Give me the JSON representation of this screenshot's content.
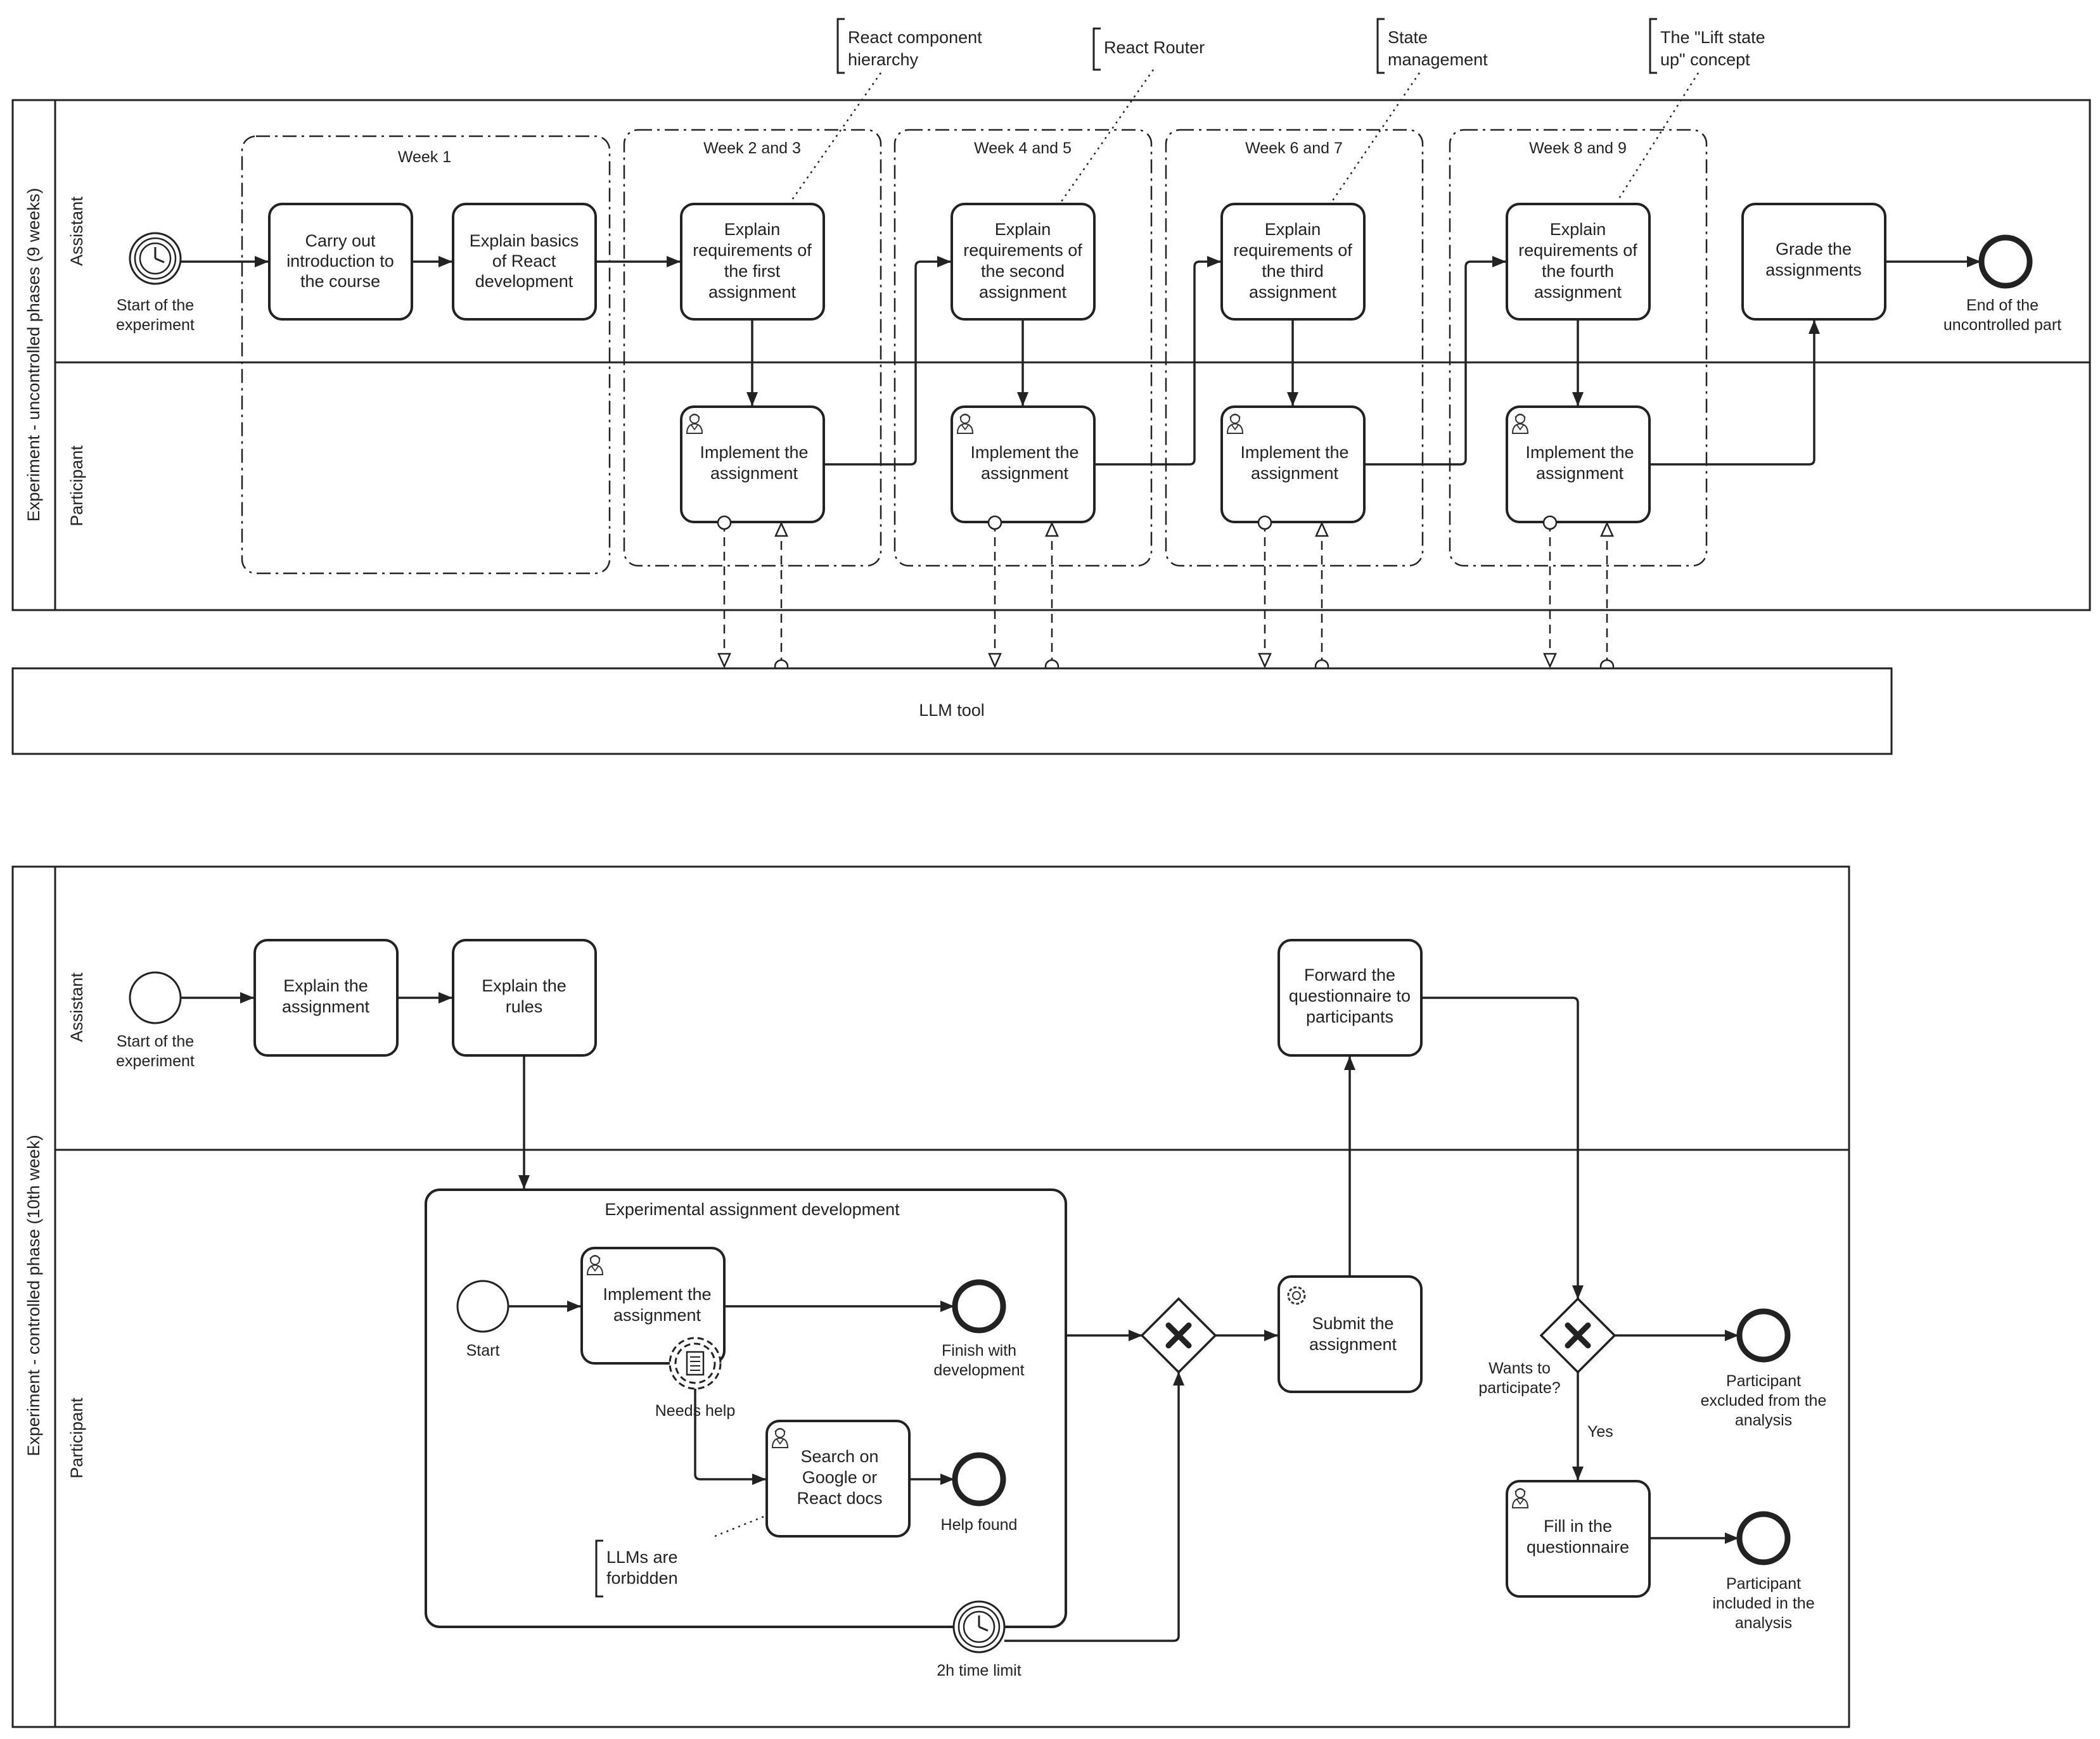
{
  "top_pool": {
    "title": "Experiment - uncontrolled phases (9 weeks)",
    "lane_assistant": "Assistant",
    "lane_participant": "Participant",
    "groups": {
      "week1": "Week 1",
      "week23": "Week 2 and 3",
      "week45": "Week 4 and 5",
      "week67": "Week 6 and 7",
      "week89": "Week 8 and 9"
    },
    "start_event": [
      "Start of the",
      "experiment"
    ],
    "end_event": [
      "End of the",
      "uncontrolled part"
    ],
    "tasks": {
      "intro": [
        "Carry out",
        "introduction to",
        "the course"
      ],
      "basics": [
        "Explain basics",
        "of React",
        "development"
      ],
      "req1": [
        "Explain",
        "requirements of",
        "the first",
        "assignment"
      ],
      "req2": [
        "Explain",
        "requirements of",
        "the second",
        "assignment"
      ],
      "req3": [
        "Explain",
        "requirements of",
        "the third",
        "assignment"
      ],
      "req4": [
        "Explain",
        "requirements of",
        "the fourth",
        "assignment"
      ],
      "grade": [
        "Grade the",
        "assignments"
      ],
      "impl1": [
        "Implement the",
        "assignment"
      ],
      "impl2": [
        "Implement the",
        "assignment"
      ],
      "impl3": [
        "Implement the",
        "assignment"
      ],
      "impl4": [
        "Implement the",
        "assignment"
      ]
    },
    "annotations": {
      "a1": [
        "React component",
        "hierarchy"
      ],
      "a2": [
        "React Router"
      ],
      "a3": [
        "State",
        "management"
      ],
      "a4": [
        "The \"Lift state",
        "up\" concept"
      ]
    }
  },
  "llm_pool": {
    "title": "LLM tool"
  },
  "bottom_pool": {
    "title": "Experiment - controlled phase (10th week)",
    "lane_assistant": "Assistant",
    "lane_participant": "Participant",
    "start_event": [
      "Start of the",
      "experiment"
    ],
    "tasks": {
      "explain_assignment": [
        "Explain the",
        "assignment"
      ],
      "explain_rules": [
        "Explain the",
        "rules"
      ],
      "forward": [
        "Forward the",
        "questionnaire to",
        "participants"
      ],
      "submit": [
        "Submit the",
        "assignment"
      ],
      "fill": [
        "Fill in the",
        "questionnaire"
      ]
    },
    "subprocess": {
      "title": "Experimental assignment development",
      "start_label": [
        "Start"
      ],
      "implement": [
        "Implement the",
        "assignment"
      ],
      "needs_help": [
        "Needs help"
      ],
      "search": [
        "Search on",
        "Google or",
        "React docs"
      ],
      "finish": [
        "Finish with",
        "development"
      ],
      "help_found": [
        "Help found"
      ],
      "annotation": [
        "LLMs are",
        "forbidden"
      ],
      "timer": [
        "2h time limit"
      ]
    },
    "gateway_question": [
      "Wants to",
      "participate?"
    ],
    "yes_label": [
      "Yes"
    ],
    "excluded": [
      "Participant",
      "excluded from the",
      "analysis"
    ],
    "included": [
      "Participant",
      "included in the",
      "analysis"
    ]
  }
}
